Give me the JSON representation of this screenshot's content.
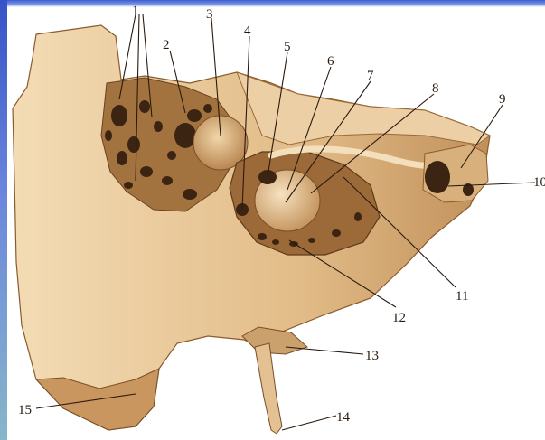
{
  "diagram": {
    "labels": [
      {
        "id": "1",
        "text": "1"
      },
      {
        "id": "2",
        "text": "2"
      },
      {
        "id": "3",
        "text": "3"
      },
      {
        "id": "4",
        "text": "4"
      },
      {
        "id": "5",
        "text": "5"
      },
      {
        "id": "6",
        "text": "6"
      },
      {
        "id": "7",
        "text": "7"
      },
      {
        "id": "8",
        "text": "8"
      },
      {
        "id": "9",
        "text": "9"
      },
      {
        "id": "10",
        "text": "10"
      },
      {
        "id": "11",
        "text": "11"
      },
      {
        "id": "12",
        "text": "12"
      },
      {
        "id": "13",
        "text": "13"
      },
      {
        "id": "14",
        "text": "14"
      },
      {
        "id": "15",
        "text": "15"
      }
    ]
  },
  "colors": {
    "bone_light": "#e9c79a",
    "bone_mid": "#c99a62",
    "bone_dark": "#8a5a2b",
    "cavity": "#3b2412",
    "frame_blue": "#3e5fd0"
  }
}
